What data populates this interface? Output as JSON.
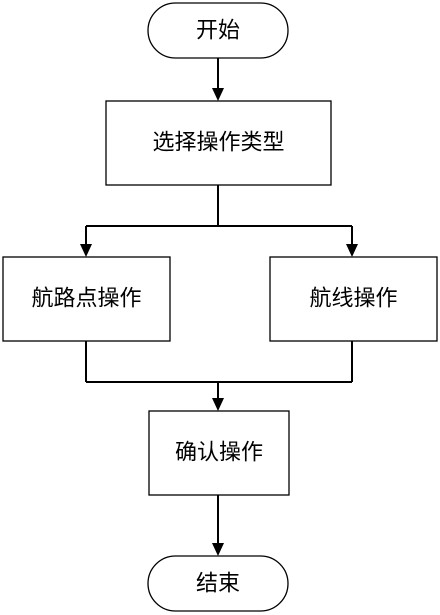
{
  "diagram": {
    "nodes": {
      "start": "开始",
      "select_type": "选择操作类型",
      "waypoint_op": "航路点操作",
      "route_op": "航线操作",
      "confirm_op": "确认操作",
      "end": "结束"
    }
  }
}
